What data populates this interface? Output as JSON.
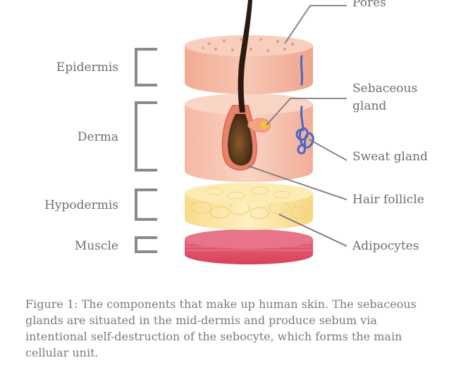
{
  "layers": [
    {
      "key": "epidermis",
      "label": "Epidermis"
    },
    {
      "key": "derma",
      "label": "Derma"
    },
    {
      "key": "hypodermis",
      "label": "Hypodermis"
    },
    {
      "key": "muscle",
      "label": "Muscle"
    }
  ],
  "callouts": {
    "pores": "Pores",
    "sebaceous_line1": "Sebaceous",
    "sebaceous_line2": "gland",
    "sweat_gland": "Sweat gland",
    "hair_follicle": "Hair follicle",
    "adipocytes": "Adipocytes"
  },
  "caption": "Figure 1: The components that make up human skin. The sebaceous glands are situated in the mid-dermis and produce sebum via intentional self-destruction of the sebocyte, which forms the main cellular unit.",
  "colors": {
    "epidermis": "#f4b9a2",
    "derma": "#f6c3b0",
    "hypodermis": "#fbe7a6",
    "muscle": "#e3536a",
    "hair": "#2b1a10",
    "sweat": "#4a68c8",
    "bracket": "#8a8a8a"
  }
}
